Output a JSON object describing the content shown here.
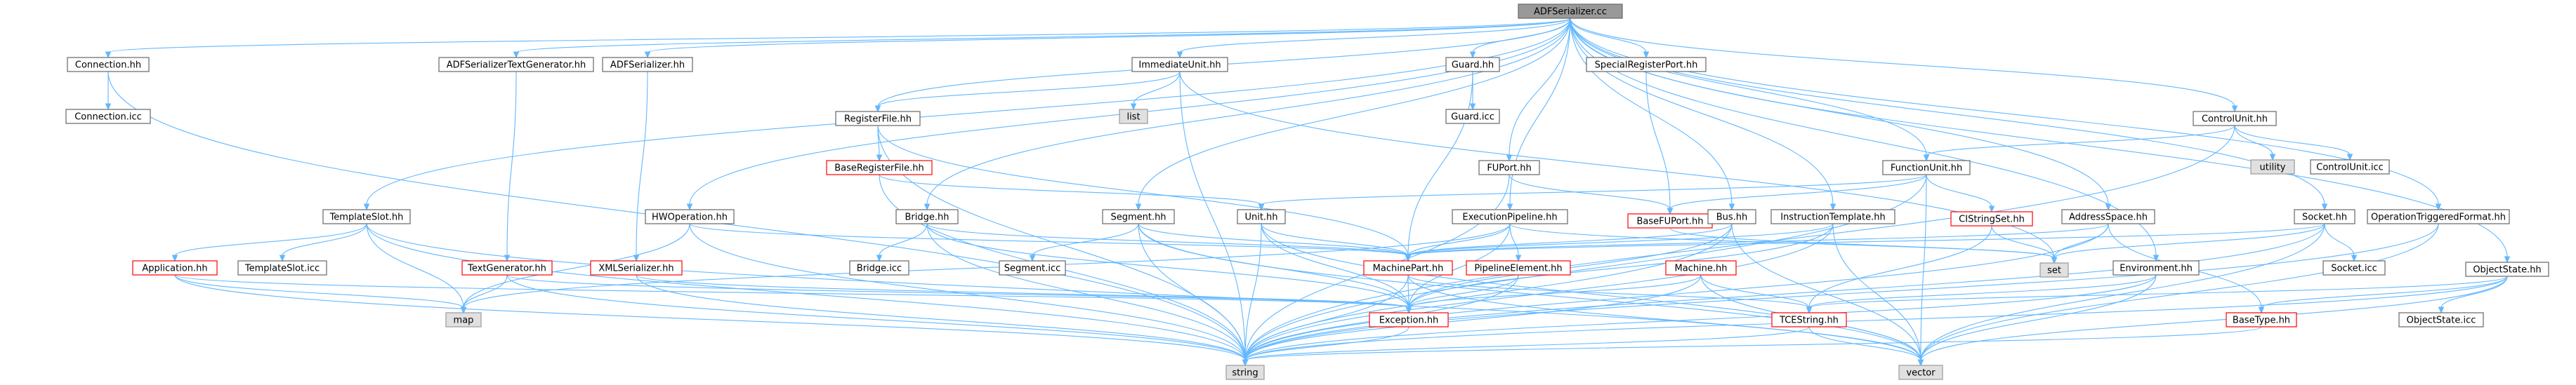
{
  "colors": {
    "edge": "#63b8ff",
    "root_fill": "#999999",
    "root_border": "#666666",
    "node_fill": "#ffffff",
    "node_border": "#666666",
    "missing_border": "#ff0000",
    "external_fill": "#e0e0e0",
    "external_border": "#999999"
  },
  "nodes": [
    {
      "id": "root",
      "label": "ADFSerializer.cc",
      "kind": "root"
    },
    {
      "id": "connection_hh",
      "label": "Connection.hh",
      "kind": "normal"
    },
    {
      "id": "connection_icc",
      "label": "Connection.icc",
      "kind": "normal"
    },
    {
      "id": "adfsertextgen",
      "label": "ADFSerializerTextGenerator.hh",
      "kind": "normal"
    },
    {
      "id": "adfser_hh",
      "label": "ADFSerializer.hh",
      "kind": "normal"
    },
    {
      "id": "immediateunit",
      "label": "ImmediateUnit.hh",
      "kind": "normal"
    },
    {
      "id": "guard_hh",
      "label": "Guard.hh",
      "kind": "normal"
    },
    {
      "id": "guard_icc",
      "label": "Guard.icc",
      "kind": "normal"
    },
    {
      "id": "specialregport",
      "label": "SpecialRegisterPort.hh",
      "kind": "normal"
    },
    {
      "id": "controlunit_hh",
      "label": "ControlUnit.hh",
      "kind": "normal"
    },
    {
      "id": "utility",
      "label": "utility",
      "kind": "external"
    },
    {
      "id": "controlunit_icc",
      "label": "ControlUnit.icc",
      "kind": "normal"
    },
    {
      "id": "registerfile",
      "label": "RegisterFile.hh",
      "kind": "normal"
    },
    {
      "id": "list",
      "label": "list",
      "kind": "external"
    },
    {
      "id": "baseregfile",
      "label": "BaseRegisterFile.hh",
      "kind": "missing"
    },
    {
      "id": "fuport",
      "label": "FUPort.hh",
      "kind": "normal"
    },
    {
      "id": "functionunit",
      "label": "FunctionUnit.hh",
      "kind": "normal"
    },
    {
      "id": "templateslot_hh",
      "label": "TemplateSlot.hh",
      "kind": "normal"
    },
    {
      "id": "hwoperation",
      "label": "HWOperation.hh",
      "kind": "normal"
    },
    {
      "id": "bridge_hh",
      "label": "Bridge.hh",
      "kind": "normal"
    },
    {
      "id": "segment_hh",
      "label": "Segment.hh",
      "kind": "normal"
    },
    {
      "id": "unit_hh",
      "label": "Unit.hh",
      "kind": "normal"
    },
    {
      "id": "executionpipeline",
      "label": "ExecutionPipeline.hh",
      "kind": "normal"
    },
    {
      "id": "basefuport",
      "label": "BaseFUPort.hh",
      "kind": "missing"
    },
    {
      "id": "bus_hh",
      "label": "Bus.hh",
      "kind": "normal"
    },
    {
      "id": "instrtemplate",
      "label": "InstructionTemplate.hh",
      "kind": "normal"
    },
    {
      "id": "cistringset",
      "label": "CIStringSet.hh",
      "kind": "missing"
    },
    {
      "id": "addressspace",
      "label": "AddressSpace.hh",
      "kind": "normal"
    },
    {
      "id": "socket_hh",
      "label": "Socket.hh",
      "kind": "normal"
    },
    {
      "id": "opttrigformat",
      "label": "OperationTriggeredFormat.hh",
      "kind": "normal"
    },
    {
      "id": "application",
      "label": "Application.hh",
      "kind": "missing"
    },
    {
      "id": "templateslot_icc",
      "label": "TemplateSlot.icc",
      "kind": "normal"
    },
    {
      "id": "textgenerator",
      "label": "TextGenerator.hh",
      "kind": "missing"
    },
    {
      "id": "xmlserializer",
      "label": "XMLSerializer.hh",
      "kind": "missing"
    },
    {
      "id": "bridge_icc",
      "label": "Bridge.icc",
      "kind": "normal"
    },
    {
      "id": "segment_icc",
      "label": "Segment.icc",
      "kind": "normal"
    },
    {
      "id": "machinepart",
      "label": "MachinePart.hh",
      "kind": "missing"
    },
    {
      "id": "pipelineelement",
      "label": "PipelineElement.hh",
      "kind": "missing"
    },
    {
      "id": "machine_hh",
      "label": "Machine.hh",
      "kind": "missing"
    },
    {
      "id": "set",
      "label": "set",
      "kind": "external"
    },
    {
      "id": "environment",
      "label": "Environment.hh",
      "kind": "normal"
    },
    {
      "id": "socket_icc",
      "label": "Socket.icc",
      "kind": "normal"
    },
    {
      "id": "objectstate_hh",
      "label": "ObjectState.hh",
      "kind": "normal"
    },
    {
      "id": "map",
      "label": "map",
      "kind": "external"
    },
    {
      "id": "exception",
      "label": "Exception.hh",
      "kind": "missing"
    },
    {
      "id": "tcestring",
      "label": "TCEString.hh",
      "kind": "missing"
    },
    {
      "id": "basetype",
      "label": "BaseType.hh",
      "kind": "missing"
    },
    {
      "id": "objectstate_icc",
      "label": "ObjectState.icc",
      "kind": "normal"
    },
    {
      "id": "string",
      "label": "string",
      "kind": "external"
    },
    {
      "id": "vector",
      "label": "vector",
      "kind": "external"
    }
  ],
  "edges": [
    [
      "root",
      "connection_hh"
    ],
    [
      "root",
      "adfsertextgen"
    ],
    [
      "root",
      "adfser_hh"
    ],
    [
      "root",
      "immediateunit"
    ],
    [
      "root",
      "guard_hh"
    ],
    [
      "root",
      "specialregport"
    ],
    [
      "root",
      "controlunit_hh"
    ],
    [
      "root",
      "registerfile"
    ],
    [
      "root",
      "fuport"
    ],
    [
      "root",
      "functionunit"
    ],
    [
      "root",
      "templateslot_hh"
    ],
    [
      "root",
      "hwoperation"
    ],
    [
      "root",
      "bridge_hh"
    ],
    [
      "root",
      "segment_hh"
    ],
    [
      "root",
      "executionpipeline"
    ],
    [
      "root",
      "bus_hh"
    ],
    [
      "root",
      "instrtemplate"
    ],
    [
      "root",
      "addressspace"
    ],
    [
      "root",
      "socket_hh"
    ],
    [
      "root",
      "opttrigformat"
    ],
    [
      "root",
      "environment"
    ],
    [
      "root",
      "objectstate_hh"
    ],
    [
      "connection_hh",
      "connection_icc"
    ],
    [
      "connection_hh",
      "string"
    ],
    [
      "adfsertextgen",
      "textgenerator"
    ],
    [
      "adfser_hh",
      "xmlserializer"
    ],
    [
      "immediateunit",
      "registerfile"
    ],
    [
      "immediateunit",
      "list"
    ],
    [
      "immediateunit",
      "string"
    ],
    [
      "immediateunit",
      "set"
    ],
    [
      "guard_hh",
      "guard_icc"
    ],
    [
      "guard_hh",
      "machinepart"
    ],
    [
      "specialregport",
      "basefuport"
    ],
    [
      "controlunit_hh",
      "utility"
    ],
    [
      "controlunit_hh",
      "controlunit_icc"
    ],
    [
      "controlunit_hh",
      "functionunit"
    ],
    [
      "controlunit_hh",
      "string"
    ],
    [
      "registerfile",
      "baseregfile"
    ],
    [
      "registerfile",
      "machinepart"
    ],
    [
      "registerfile",
      "string"
    ],
    [
      "baseregfile",
      "unit_hh"
    ],
    [
      "baseregfile",
      "string"
    ],
    [
      "fuport",
      "basefuport"
    ],
    [
      "fuport",
      "string"
    ],
    [
      "functionunit",
      "unit_hh"
    ],
    [
      "functionunit",
      "basefuport"
    ],
    [
      "functionunit",
      "cistringset"
    ],
    [
      "functionunit",
      "string"
    ],
    [
      "functionunit",
      "vector"
    ],
    [
      "templateslot_hh",
      "application"
    ],
    [
      "templateslot_hh",
      "templateslot_icc"
    ],
    [
      "templateslot_hh",
      "map"
    ],
    [
      "templateslot_hh",
      "string"
    ],
    [
      "templateslot_hh",
      "vector"
    ],
    [
      "hwoperation",
      "map"
    ],
    [
      "hwoperation",
      "machinepart"
    ],
    [
      "hwoperation",
      "string"
    ],
    [
      "bridge_hh",
      "bridge_icc"
    ],
    [
      "bridge_hh",
      "machinepart"
    ],
    [
      "bridge_hh",
      "exception"
    ],
    [
      "bridge_hh",
      "string"
    ],
    [
      "segment_hh",
      "segment_icc"
    ],
    [
      "segment_hh",
      "machinepart"
    ],
    [
      "segment_hh",
      "exception"
    ],
    [
      "segment_hh",
      "string"
    ],
    [
      "segment_hh",
      "vector"
    ],
    [
      "unit_hh",
      "machinepart"
    ],
    [
      "unit_hh",
      "exception"
    ],
    [
      "unit_hh",
      "string"
    ],
    [
      "unit_hh",
      "vector"
    ],
    [
      "executionpipeline",
      "machinepart"
    ],
    [
      "executionpipeline",
      "pipelineelement"
    ],
    [
      "executionpipeline",
      "exception"
    ],
    [
      "executionpipeline",
      "map"
    ],
    [
      "executionpipeline",
      "set"
    ],
    [
      "basefuport",
      "set"
    ],
    [
      "bus_hh",
      "machinepart"
    ],
    [
      "bus_hh",
      "exception"
    ],
    [
      "bus_hh",
      "string"
    ],
    [
      "bus_hh",
      "vector"
    ],
    [
      "instrtemplate",
      "machinepart"
    ],
    [
      "instrtemplate",
      "exception"
    ],
    [
      "instrtemplate",
      "string"
    ],
    [
      "instrtemplate",
      "vector"
    ],
    [
      "cistringset",
      "set"
    ],
    [
      "cistringset",
      "tcestring"
    ],
    [
      "addressspace",
      "machinepart"
    ],
    [
      "addressspace",
      "set"
    ],
    [
      "addressspace",
      "string"
    ],
    [
      "addressspace",
      "basetype"
    ],
    [
      "socket_hh",
      "set"
    ],
    [
      "socket_hh",
      "socket_icc"
    ],
    [
      "socket_hh",
      "machinepart"
    ],
    [
      "socket_hh",
      "string"
    ],
    [
      "socket_hh",
      "vector"
    ],
    [
      "opttrigformat",
      "string"
    ],
    [
      "opttrigformat",
      "vector"
    ],
    [
      "application",
      "map"
    ],
    [
      "application",
      "string"
    ],
    [
      "application",
      "exception"
    ],
    [
      "textgenerator",
      "map"
    ],
    [
      "textgenerator",
      "string"
    ],
    [
      "textgenerator",
      "exception"
    ],
    [
      "xmlserializer",
      "string"
    ],
    [
      "xmlserializer",
      "exception"
    ],
    [
      "machinepart",
      "exception"
    ],
    [
      "machinepart",
      "tcestring"
    ],
    [
      "machinepart",
      "string"
    ],
    [
      "machinepart",
      "vector"
    ],
    [
      "pipelineelement",
      "exception"
    ],
    [
      "pipelineelement",
      "string"
    ],
    [
      "machine_hh",
      "exception"
    ],
    [
      "machine_hh",
      "tcestring"
    ],
    [
      "machine_hh",
      "string"
    ],
    [
      "machine_hh",
      "vector"
    ],
    [
      "environment",
      "tcestring"
    ],
    [
      "environment",
      "string"
    ],
    [
      "environment",
      "vector"
    ],
    [
      "objectstate_hh",
      "tcestring"
    ],
    [
      "objectstate_hh",
      "basetype"
    ],
    [
      "objectstate_hh",
      "objectstate_icc"
    ],
    [
      "objectstate_hh",
      "string"
    ],
    [
      "objectstate_hh",
      "vector"
    ],
    [
      "exception",
      "string"
    ],
    [
      "tcestring",
      "string"
    ],
    [
      "tcestring",
      "vector"
    ],
    [
      "basetype",
      "string"
    ]
  ]
}
